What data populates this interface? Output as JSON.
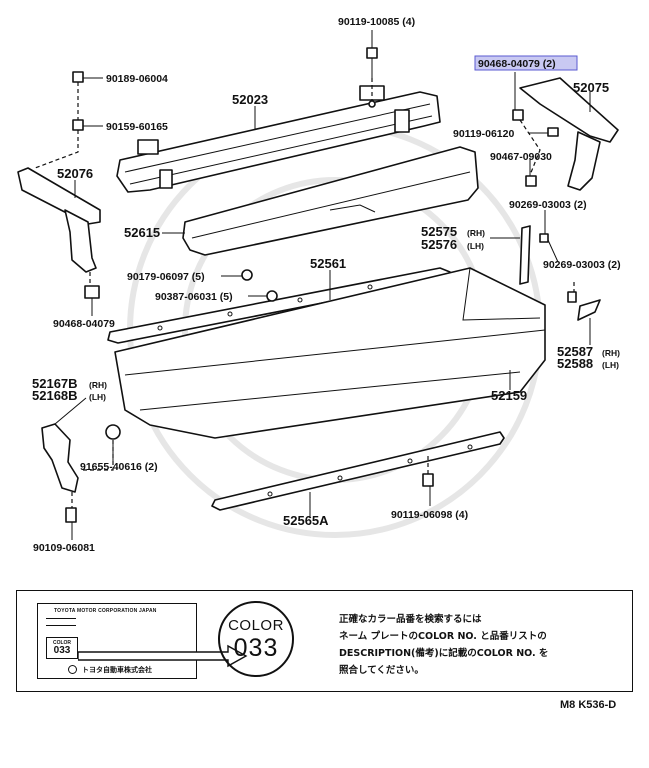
{
  "diagram": {
    "labels": {
      "p90119_10085": "90119-10085 (4)",
      "p90468_04079_top": "90468-04079 (2)",
      "p52075": "52075",
      "p90189_06004": "90189-06004",
      "p52023": "52023",
      "p90159_60165": "90159-60165",
      "p90119_06120": "90119-06120",
      "p90467_09030": "90467-09030",
      "p52076": "52076",
      "p90269_03003_a": "90269-03003 (2)",
      "p52615": "52615",
      "p52575": "52575",
      "p52575_rh": "(RH)",
      "p52576": "52576",
      "p52576_lh": "(LH)",
      "p90269_03003_b": "90269-03003 (2)",
      "p90179_06097": "90179-06097 (5)",
      "p52561": "52561",
      "p90387_06031": "90387-06031 (5)",
      "p90468_04079_left": "90468-04079",
      "p52587": "52587",
      "p52587_rh": "(RH)",
      "p52588": "52588",
      "p52588_lh": "(LH)",
      "p52167B": "52167B",
      "p52167B_rh": "(RH)",
      "p52168B": "52168B",
      "p52168B_lh": "(LH)",
      "p52159": "52159",
      "p91655_40616": "91655-40616 (2)",
      "p90119_06098": "90119-06098 (4)",
      "p52565A": "52565A",
      "p90109_06081": "90109-06081"
    }
  },
  "note": {
    "nameplate_title": "TOYOTA MOTOR CORPORATION JAPAN",
    "nameplate_color_label": "COLOR",
    "nameplate_color_value": "033",
    "nameplate_maker": "トヨタ自動車株式会社",
    "color_label": "COLOR",
    "color_value": "033",
    "text_line1": "正確なカラー品番を検索するには",
    "text_line2": "ネーム プレートのCOLOR NO. と品番リストの",
    "text_line3": "DESCRIPTION(備考)に記載のCOLOR NO. を",
    "text_line4": "照合してください。"
  },
  "ref_code": "M8 K536-D",
  "colors": {
    "highlight": "#c9c9f2",
    "ink": "#111111"
  }
}
